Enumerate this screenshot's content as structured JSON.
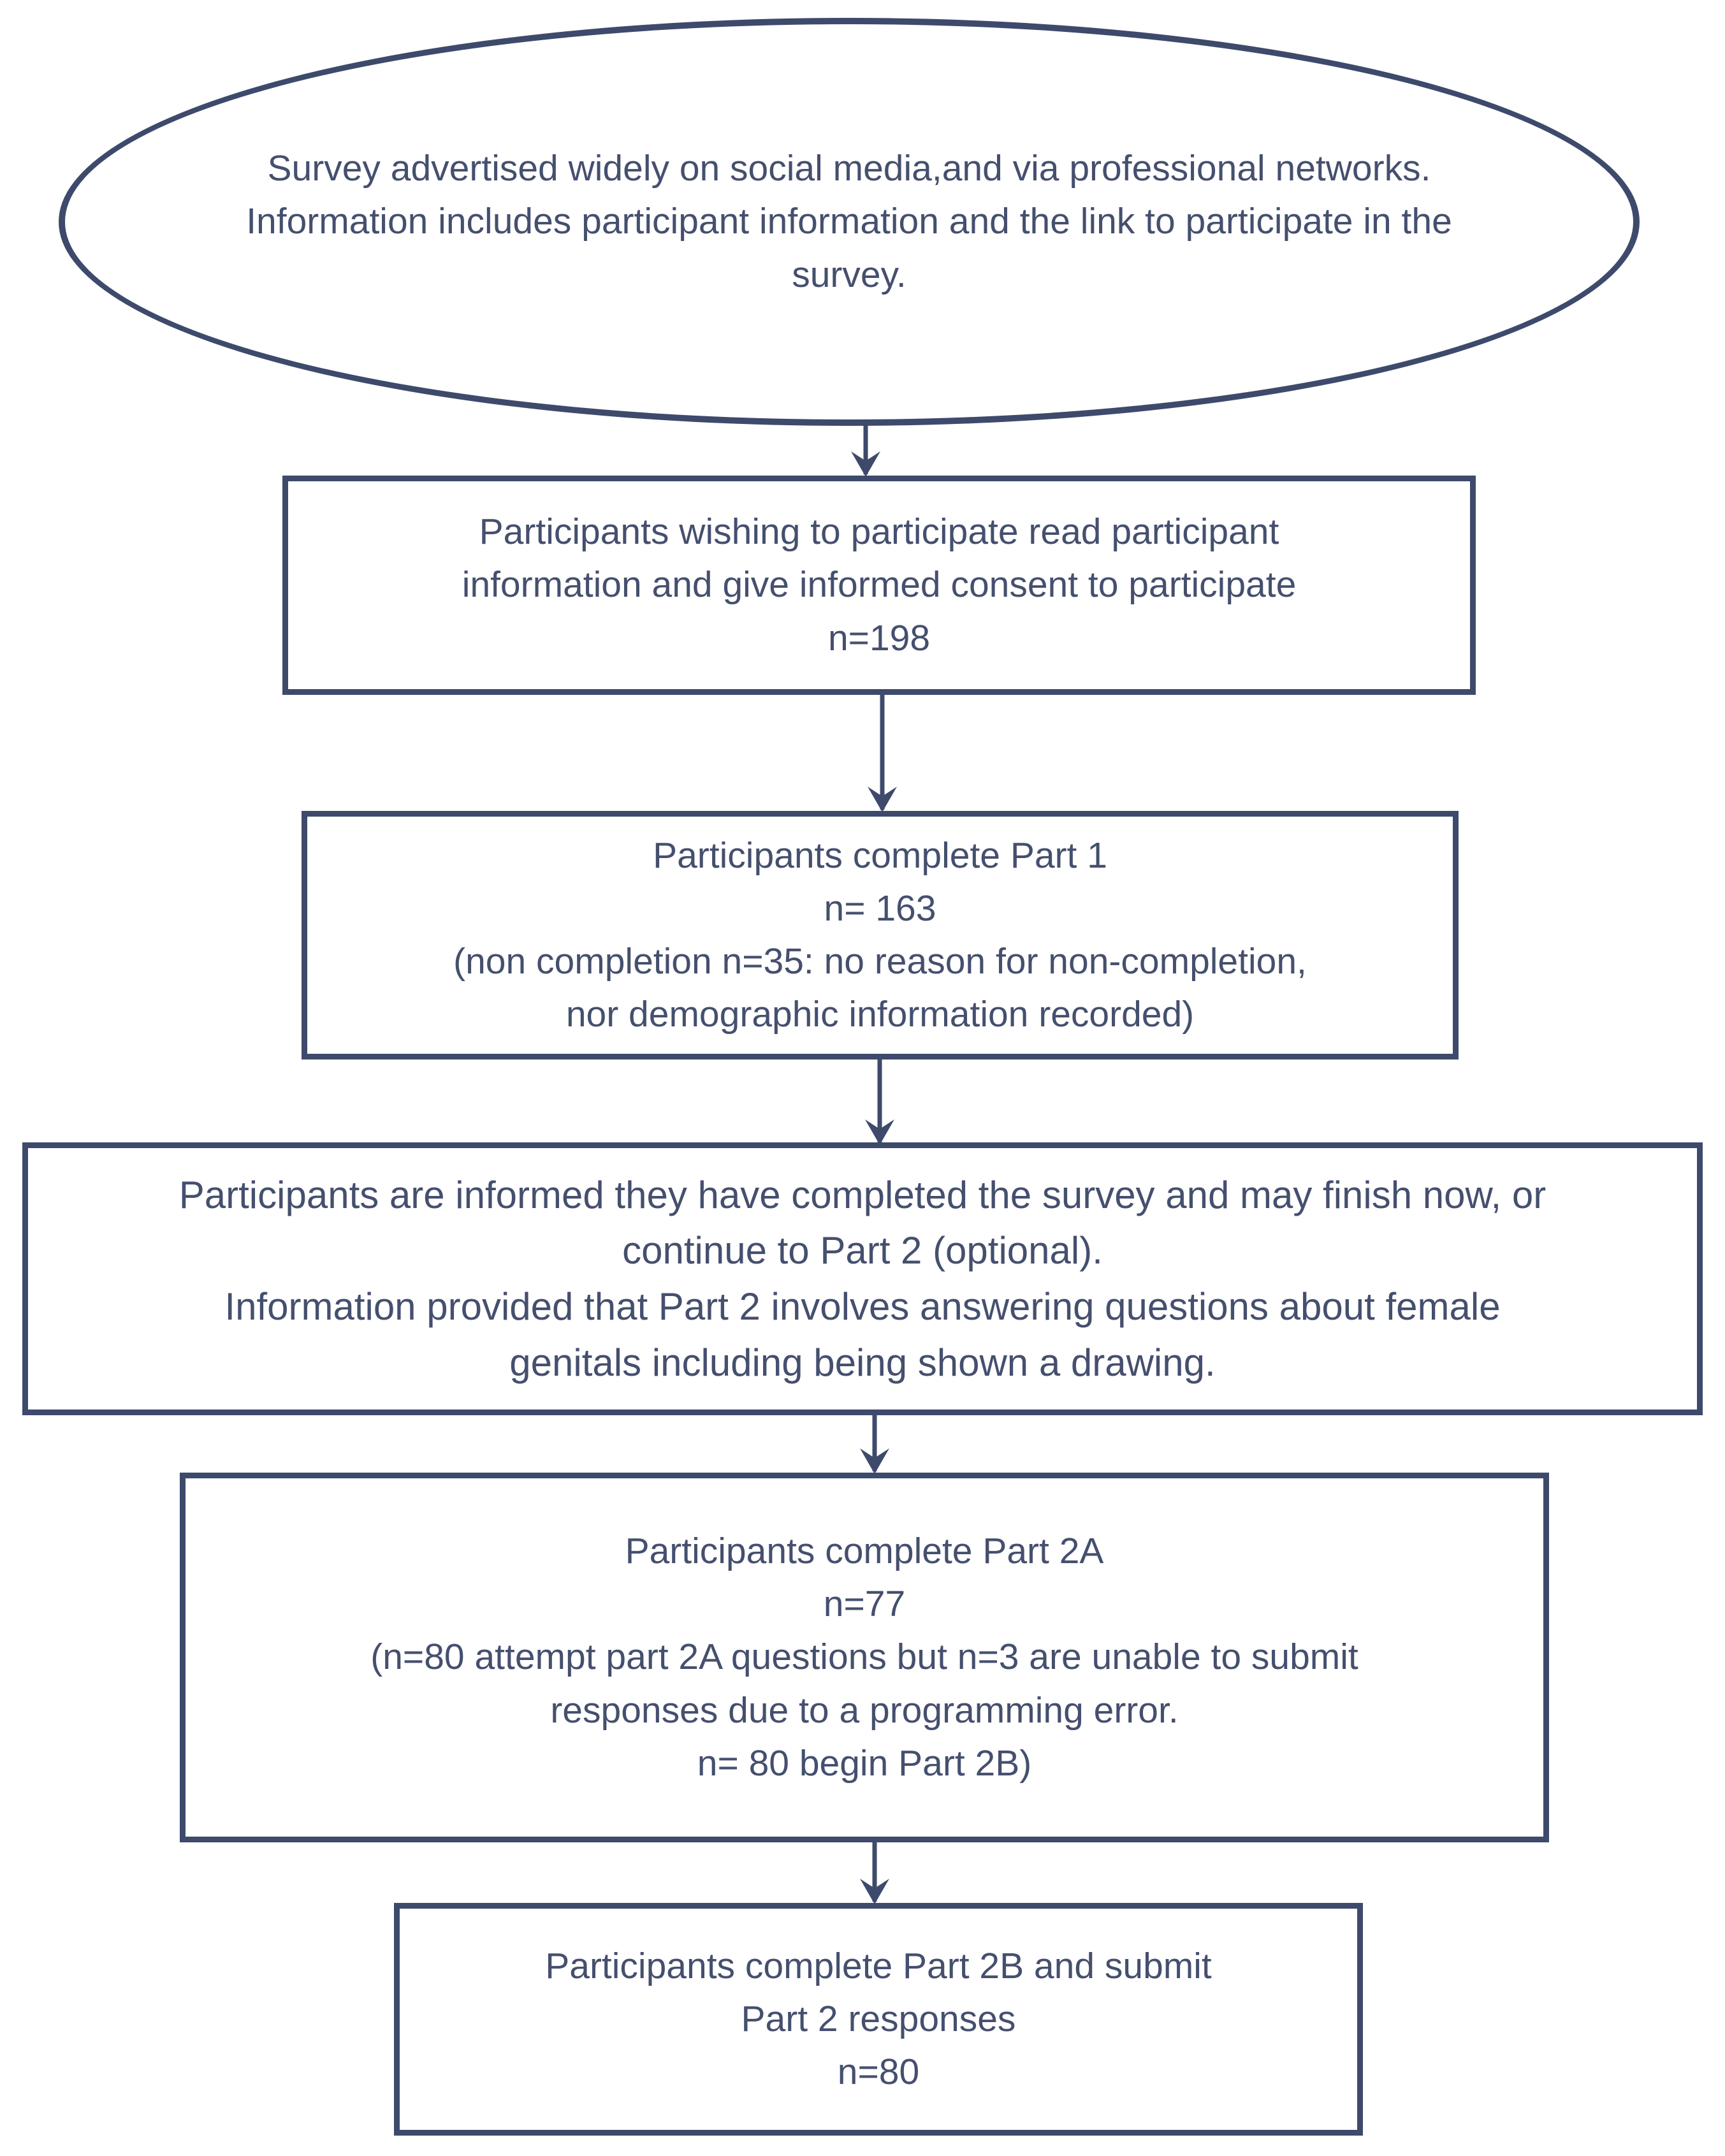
{
  "colors": {
    "stroke": "#3d4a6b",
    "text": "#454f6e",
    "background": "#ffffff"
  },
  "flowchart": {
    "nodes": [
      {
        "id": "survey-advertised",
        "shape": "ellipse",
        "text": "Survey advertised widely on social media,and via professional networks.\nInformation includes participant information and the link to participate in the\nsurvey."
      },
      {
        "id": "informed-consent",
        "shape": "rectangle",
        "text": "Participants wishing to participate read participant\ninformation and give informed consent to participate\nn=198"
      },
      {
        "id": "complete-part-1",
        "shape": "rectangle",
        "text": "Participants complete Part 1\nn= 163\n(non completion n=35: no reason for non-completion,\nnor demographic information recorded)"
      },
      {
        "id": "part-2-option",
        "shape": "rectangle",
        "text": "Participants are informed they have completed the survey and may finish now, or\ncontinue to Part 2 (optional).\nInformation provided that Part 2 involves answering questions about female\ngenitals including being shown a drawing."
      },
      {
        "id": "complete-part-2a",
        "shape": "rectangle",
        "text": "Participants complete Part 2A\nn=77\n(n=80 attempt part 2A questions but n=3 are unable to submit\nresponses due to a programming error.\nn= 80 begin Part 2B)"
      },
      {
        "id": "complete-part-2b",
        "shape": "rectangle",
        "text": "Participants complete Part 2B and submit\nPart 2 responses\nn=80"
      }
    ],
    "edges": [
      {
        "from": "survey-advertised",
        "to": "informed-consent",
        "direction": "down"
      },
      {
        "from": "informed-consent",
        "to": "complete-part-1",
        "direction": "down"
      },
      {
        "from": "complete-part-1",
        "to": "part-2-option",
        "direction": "down"
      },
      {
        "from": "part-2-option",
        "to": "complete-part-2a",
        "direction": "down"
      },
      {
        "from": "complete-part-2a",
        "to": "complete-part-2b",
        "direction": "down"
      }
    ]
  }
}
